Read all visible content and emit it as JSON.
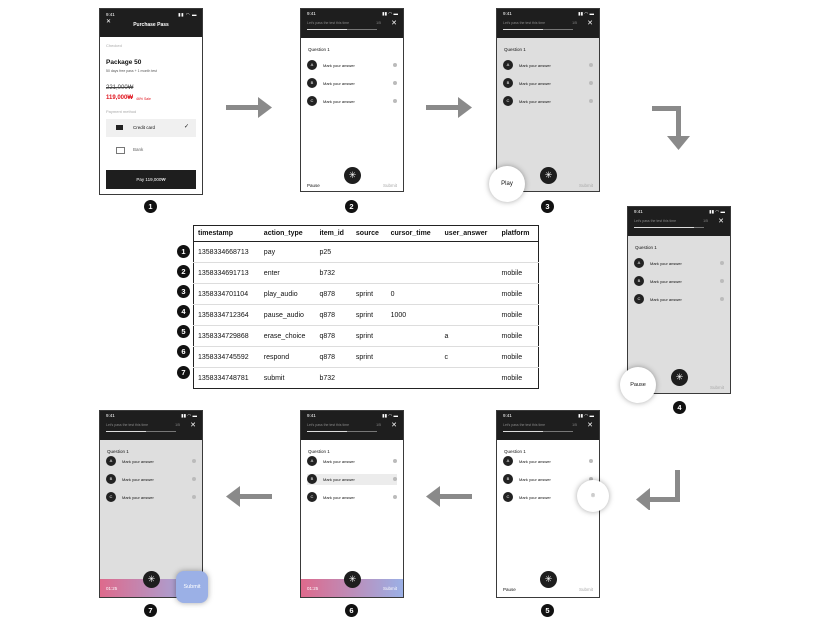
{
  "screens": {
    "purchase": {
      "status_time": "9:41",
      "title": "Purchase Pass",
      "section_label": "Checked",
      "package_name": "Package 50",
      "package_desc": "50 days free pass + 1 month test",
      "old_price": "221,000₩",
      "new_price": "119,000₩",
      "sale_badge": "46% Sale",
      "payment_label": "Payment method",
      "method_1": "Credit card",
      "method_2": "Bank",
      "pay_button": "Pay  119,000₩"
    },
    "quiz": {
      "status_time": "9:41",
      "hint": "Let's pass the test this time",
      "counter": "1/5",
      "question": "Question 1",
      "option_letters": [
        "A",
        "B",
        "C"
      ],
      "option_text": "Mark your answer",
      "pause_label": "Pause",
      "submit_label": "Submit",
      "timer": "01:25"
    },
    "callouts": {
      "play": "Play",
      "pause": "Pause",
      "submit": "Submit"
    }
  },
  "markers": [
    "1",
    "2",
    "3",
    "4",
    "5",
    "6",
    "7"
  ],
  "table": {
    "headers": [
      "timestamp",
      "action_type",
      "item_id",
      "source",
      "cursor_time",
      "user_answer",
      "platform"
    ],
    "rows": [
      [
        "1358334668713",
        "pay",
        "p25",
        "",
        "",
        "",
        ""
      ],
      [
        "1358334691713",
        "enter",
        "b732",
        "",
        "",
        "",
        "mobile"
      ],
      [
        "1358334701104",
        "play_audio",
        "q878",
        "sprint",
        "0",
        "",
        "mobile"
      ],
      [
        "1358334712364",
        "pause_audio",
        "q878",
        "sprint",
        "1000",
        "",
        "mobile"
      ],
      [
        "1358334729868",
        "erase_choice",
        "q878",
        "sprint",
        "",
        "a",
        "mobile"
      ],
      [
        "1358334745592",
        "respond",
        "q878",
        "sprint",
        "",
        "c",
        "mobile"
      ],
      [
        "1358334748781",
        "submit",
        "b732",
        "",
        "",
        "",
        "mobile"
      ]
    ]
  },
  "colors": {
    "arrow": "#8a8a8a",
    "sale_red": "#e0141e",
    "gradient_start": "#de6a8c",
    "gradient_end": "#9bb0e6"
  }
}
